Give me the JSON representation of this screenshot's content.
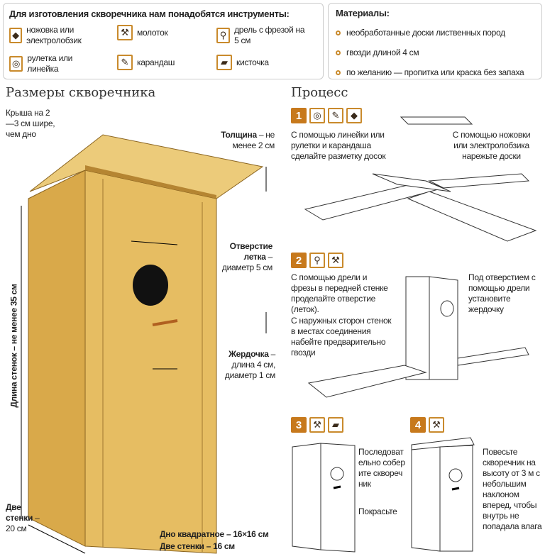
{
  "tools": {
    "title": "Для изготовления скворечника нам понадобятся инструменты:",
    "items": [
      {
        "icon": "saw-icon",
        "label": "ножовка или электролобзик"
      },
      {
        "icon": "hammer-icon",
        "label": "молоток"
      },
      {
        "icon": "drill-icon",
        "label": "дрель с фрезой на 5 см"
      },
      {
        "icon": "tape-measure-icon",
        "label": "рулетка или линейка"
      },
      {
        "icon": "pencil-icon",
        "label": "карандаш"
      },
      {
        "icon": "brush-icon",
        "label": "кисточка"
      }
    ]
  },
  "materials": {
    "title": "Материалы:",
    "items": [
      "необработанные доски лиственных пород",
      "гвозди длиной 4 см",
      "по желанию — пропитка или краска без запаха"
    ]
  },
  "dimensions": {
    "title": "Размеры скворечника",
    "roof": "Крыша на 2—3 см шире, чем дно",
    "thickness_title": "Толщина",
    "thickness": "не менее 2 см",
    "hole_title": "Отверстие летка",
    "hole": "диаметр 5 см",
    "perch_title": "Жердочка",
    "perch": "длина 4 см, диаметр 1 см",
    "wall_length": "Длина стенок – не менее 35 см",
    "two_walls_20_title": "Две стенки",
    "two_walls_20": "20 см",
    "bottom": "Дно квадратное – 16×16 см",
    "two_walls_16": "Две стенки – 16 см"
  },
  "process": {
    "title": "Процесс",
    "steps": [
      {
        "number": "1",
        "texts": [
          "С помощью линейки или рулетки и карандаша сделайте разметку досок",
          "С помощью ножовки или электролобзика нарежьте доски"
        ]
      },
      {
        "number": "2",
        "texts": [
          "С помощью дрели и фрезы в передней стенке проделайте отверстие (леток).",
          "С наружных сторон стенок в местах соединения набейте предварительно гвозди",
          "Под отверстием с помощью дрели установите жердочку"
        ]
      },
      {
        "number": "3",
        "texts": [
          "Последовательно соберите скворечник",
          "Покрасьте"
        ]
      },
      {
        "number": "4",
        "texts": [
          "Повесьте скворечник на высоту от 3 м с небольшим наклоном вперед, чтобы внутрь не попадала влага"
        ]
      }
    ]
  },
  "colors": {
    "accent": "#c7791c",
    "wood": "#e3b85a"
  }
}
